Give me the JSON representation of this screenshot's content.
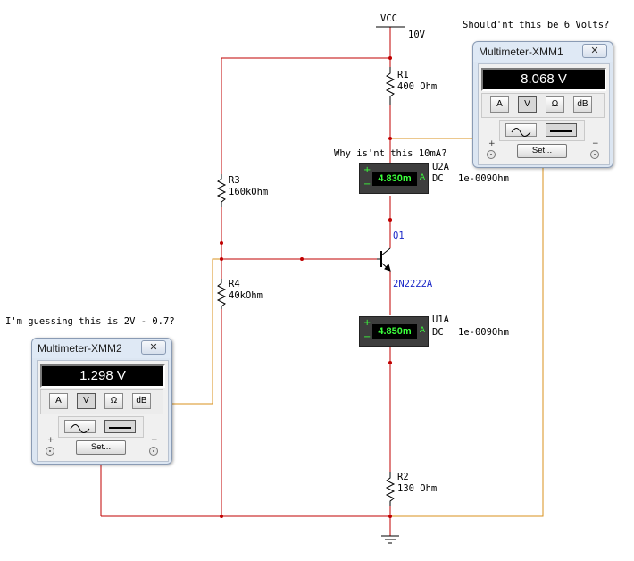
{
  "vcc": {
    "label": "VCC",
    "value": "10V"
  },
  "r1": {
    "ref": "R1",
    "value": "400 Ohm"
  },
  "r2": {
    "ref": "R2",
    "value": "130 Ohm"
  },
  "r3": {
    "ref": "R3",
    "value": "160kOhm"
  },
  "r4": {
    "ref": "R4",
    "value": "40kOhm"
  },
  "q1": {
    "ref": "Q1",
    "model": "2N2222A"
  },
  "u2a": {
    "ref": "U2A",
    "mode": "DC",
    "resistance": "1e-009Ohm",
    "reading": "4.830m"
  },
  "u1a": {
    "ref": "U1A",
    "mode": "DC",
    "resistance": "1e-009Ohm",
    "reading": "4.850m"
  },
  "annotations": {
    "q_6v": "Should'nt this be 6 Volts?",
    "q_10ma": "Why is'nt this 10mA?",
    "q_2v": "I'm guessing this is 2V - 0.7?"
  },
  "xmm1": {
    "title": "Multimeter-XMM1",
    "reading": "8.068 V",
    "keys": [
      "A",
      "V",
      "Ω",
      "dB"
    ],
    "set_label": "Set...",
    "plus": "+",
    "minus": "−"
  },
  "xmm2": {
    "title": "Multimeter-XMM2",
    "reading": "1.298 V",
    "keys": [
      "A",
      "V",
      "Ω",
      "dB"
    ],
    "set_label": "Set...",
    "plus": "+",
    "minus": "−"
  },
  "ammeter_labels": {
    "plus": "+",
    "minus": "−",
    "unit": "A"
  },
  "colors": {
    "wire": "#c00000",
    "probe_wire": "#d8901c",
    "component": "#000000",
    "transistor_label": "#1b28c8"
  }
}
